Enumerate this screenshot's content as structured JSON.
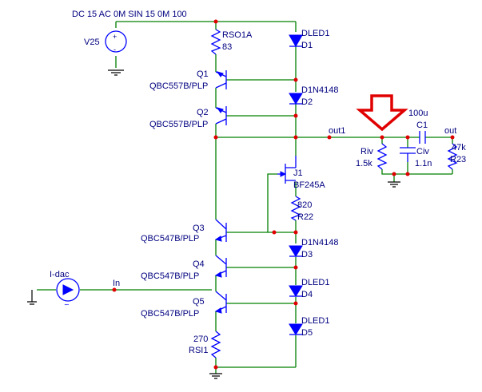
{
  "labels": {
    "source_spec": "DC 15 AC 0M SIN 15 0M 100",
    "v25": "V25",
    "plus": "+",
    "minus": "-",
    "rso1a": "RSO1A",
    "rso1a_val": "83",
    "dled1_top": "DLED1",
    "d1": "D1",
    "q1": "Q1",
    "q1_model": "QBC557B/PLP",
    "d1n4148_top": "D1N4148",
    "d2": "D2",
    "q2": "Q2",
    "q2_model": "QBC557B/PLP",
    "out1": "out1",
    "j1": "J1",
    "j1_model": "BF245A",
    "r22_val": "820",
    "r22": "R22",
    "q3": "Q3",
    "q3_model": "QBC547B/PLP",
    "d1n4148_bot": "D1N4148",
    "d3": "D3",
    "q4": "Q4",
    "q4_model": "QBC547B/PLP",
    "dled1_d4": "DLED1",
    "d4": "D4",
    "idac": "I-dac",
    "in": "In",
    "q5": "Q5",
    "q5_model": "QBC547B/PLP",
    "dled1_d5": "DLED1",
    "d5": "D5",
    "rsi1_val": "270",
    "rsi1": "RSI1",
    "c1_val": "100u",
    "c1": "C1",
    "out": "out",
    "riv": "Riv",
    "riv_val": "1.5k",
    "civ": "Civ",
    "civ_val": "1.1n",
    "r23_val": "47k",
    "r23": "R23"
  },
  "colors": {
    "wire": "#008000",
    "component": "#0000ff",
    "label": "#000080",
    "junction": "#e00000",
    "arrow": "#e00000"
  }
}
